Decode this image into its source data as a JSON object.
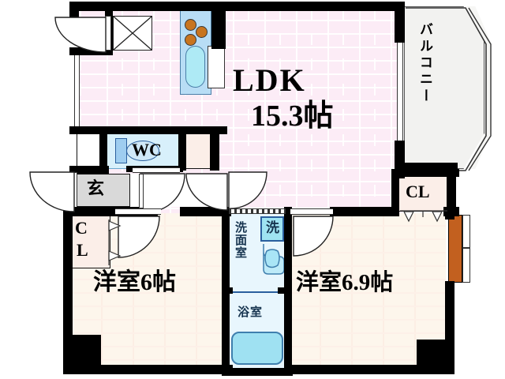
{
  "plan": {
    "type": "japanese-apartment-floorplan",
    "rooms": [
      {
        "id": "ldk",
        "name_line1": "LDK",
        "name_line2": "15.3帖"
      },
      {
        "id": "washitsu_left",
        "name": "洋室6帖"
      },
      {
        "id": "washitsu_right",
        "name": "洋室6.9帖"
      },
      {
        "id": "balcony",
        "name": "バルコニー"
      },
      {
        "id": "genkan",
        "name": "玄"
      },
      {
        "id": "wc",
        "name": "WC"
      },
      {
        "id": "washroom",
        "name": "洗面室"
      },
      {
        "id": "bathroom",
        "name": "浴室"
      },
      {
        "id": "laundry",
        "name": "洗"
      },
      {
        "id": "closet_left",
        "name_line1": "C",
        "name_line2": "L"
      },
      {
        "id": "closet_right",
        "name": "CL"
      }
    ],
    "labels": {
      "ldk_line1": "LDK",
      "ldk_line2": "15.3帖",
      "room_left": "洋室6帖",
      "room_right": "洋室6.9帖",
      "balcony": "バルコニー",
      "genkan": "玄",
      "wc": "WC",
      "washroom": "洗面室",
      "bathroom": "浴室",
      "laundry": "洗",
      "closet_left_c": "C",
      "closet_left_l": "L",
      "closet_right": "CL"
    },
    "colors": {
      "wall": "#000000",
      "ldk_floor": "#fcecf6",
      "room_floor": "#fdf6ec",
      "closet_floor": "#fbeee8",
      "genkan_floor": "#d9d9d9",
      "water_area": "#e8f6fd",
      "fixture_blue": "#9fe1f2",
      "burner_orange": "#c8751f",
      "door_orange": "#c2601f",
      "balcony_floor": "#f2f2f0"
    }
  }
}
